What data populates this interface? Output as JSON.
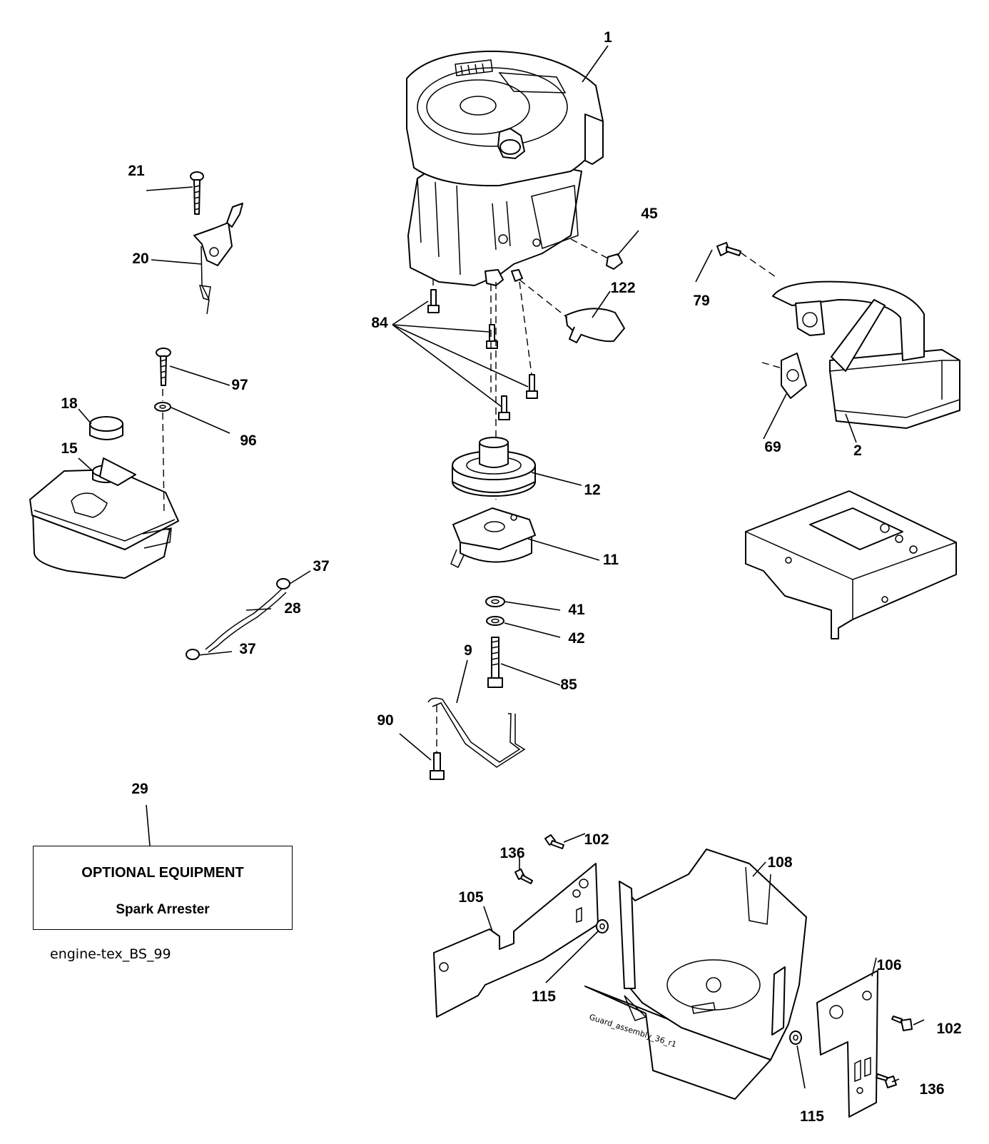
{
  "callouts": {
    "p1": "1",
    "p2": "2",
    "p9": "9",
    "p11": "11",
    "p12": "12",
    "p15": "15",
    "p18": "18",
    "p20": "20",
    "p21": "21",
    "p28": "28",
    "p29": "29",
    "p37a": "37",
    "p37b": "37",
    "p41": "41",
    "p42": "42",
    "p45": "45",
    "p69": "69",
    "p79": "79",
    "p84": "84",
    "p85": "85",
    "p90": "90",
    "p96": "96",
    "p97": "97",
    "p102a": "102",
    "p102b": "102",
    "p105": "105",
    "p106": "106",
    "p108": "108",
    "p115a": "115",
    "p115b": "115",
    "p122": "122",
    "p136a": "136",
    "p136b": "136"
  },
  "optional_box": {
    "title": "OPTIONAL EQUIPMENT",
    "item": "Spark Arrester"
  },
  "guard_label": "Guard_assembly_36_r1",
  "footer_code": "engine-tex_BS_99"
}
